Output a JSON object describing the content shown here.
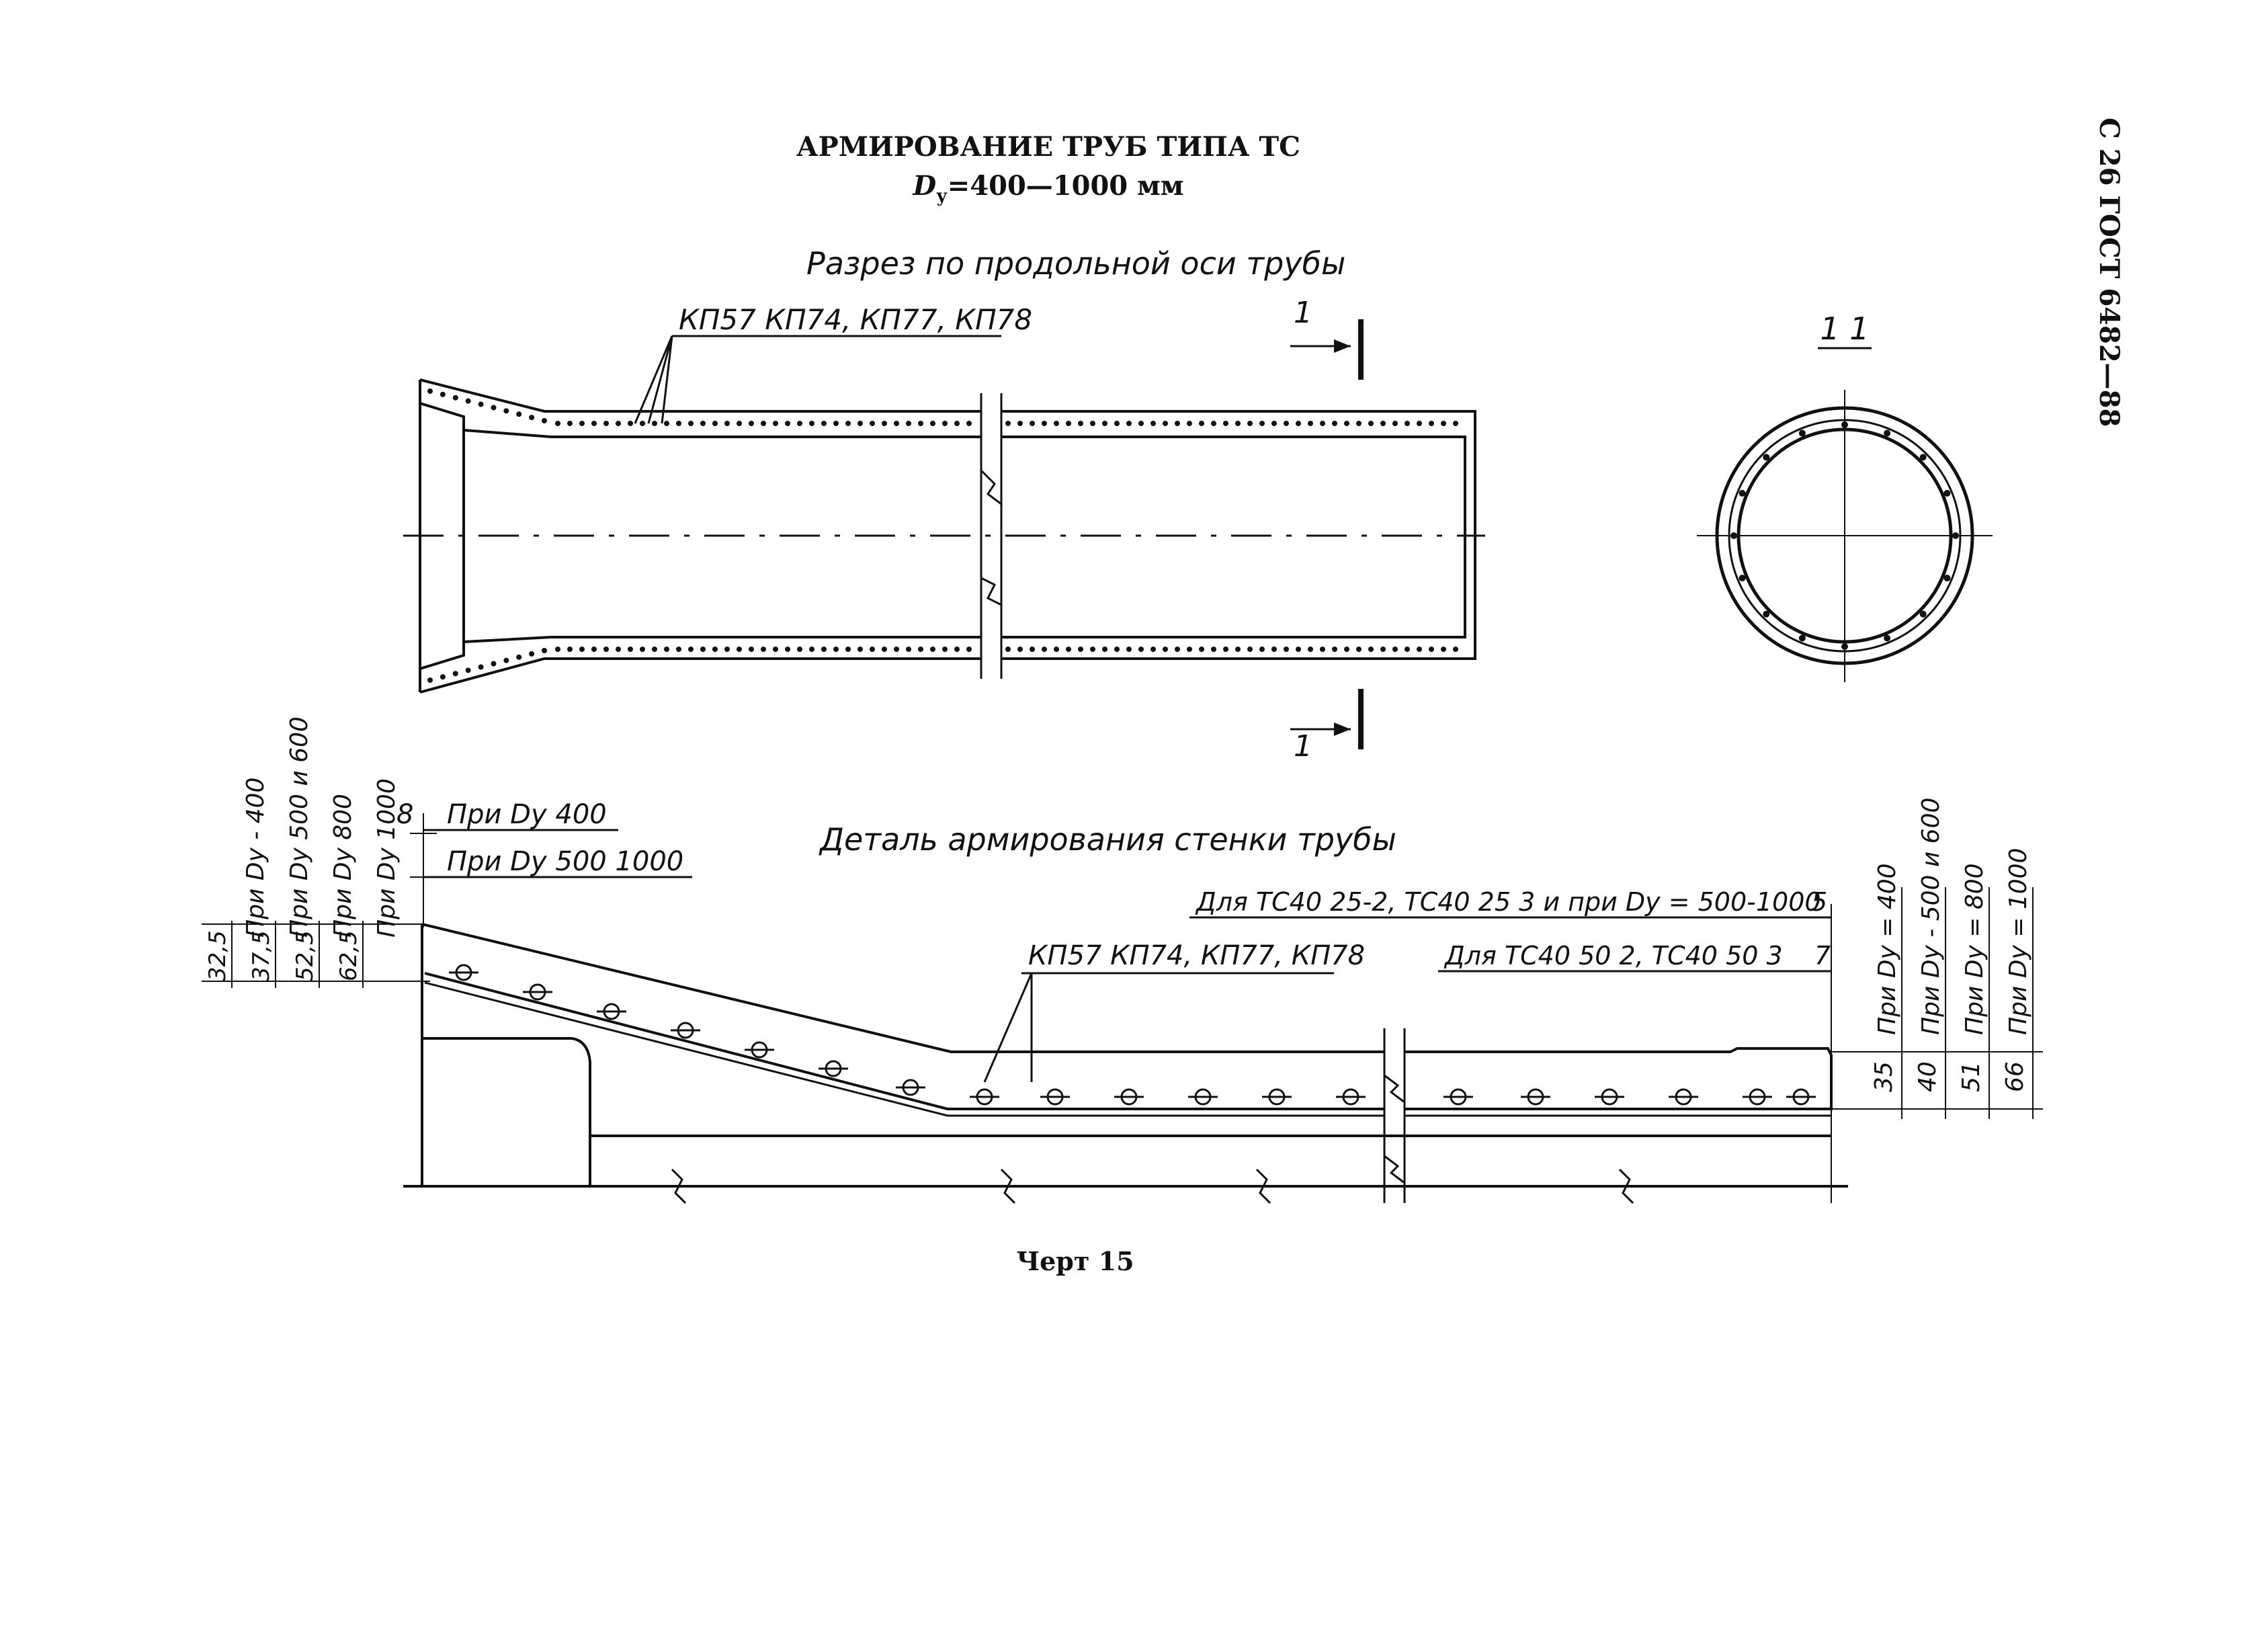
{
  "header": {
    "title": "АРМИРОВАНИЕ ТРУБ ТИПА ТС",
    "subtitle_sym": "D",
    "subtitle_sub": "у",
    "subtitle_rest": "=400—1000 мм",
    "side_code": "С 26 ГОСТ 6482—88"
  },
  "section": {
    "title": "Разрез по продольной оси трубы",
    "rebar_label": "КП57 КП74, КП77, КП78",
    "cut_mark": "1",
    "cross_title": "1 1"
  },
  "detail": {
    "title": "Деталь армирования стенки трубы",
    "rebar_label": "КП57 КП74, КП77, КП78",
    "note_top_8": "8",
    "note_dy400": "При Dy 400",
    "note_dy500": "При Dy 500 1000",
    "note_right_5": "Для ТС40 25-2, ТС40 25 3 и при Dy = 500-1000",
    "val_5": "5",
    "note_right_7": "Для ТС40 50 2, ТС40 50 3",
    "val_7": "7"
  },
  "left_dims": [
    {
      "header": "При Dy - 400",
      "value": "32,5"
    },
    {
      "header": "При Dy  500 и 600",
      "value": "37,5"
    },
    {
      "header": "При Dy  800",
      "value": "52,5"
    },
    {
      "header": "При Dy  1000",
      "value": "62,5"
    }
  ],
  "right_dims": [
    {
      "header": "При Dy = 400",
      "value": "35"
    },
    {
      "header": "При Dy - 500 и 600",
      "value": "40"
    },
    {
      "header": "При Dy = 800",
      "value": "51"
    },
    {
      "header": "При Dy = 1000",
      "value": "66"
    }
  ],
  "footer": {
    "caption": "Черт 15"
  }
}
